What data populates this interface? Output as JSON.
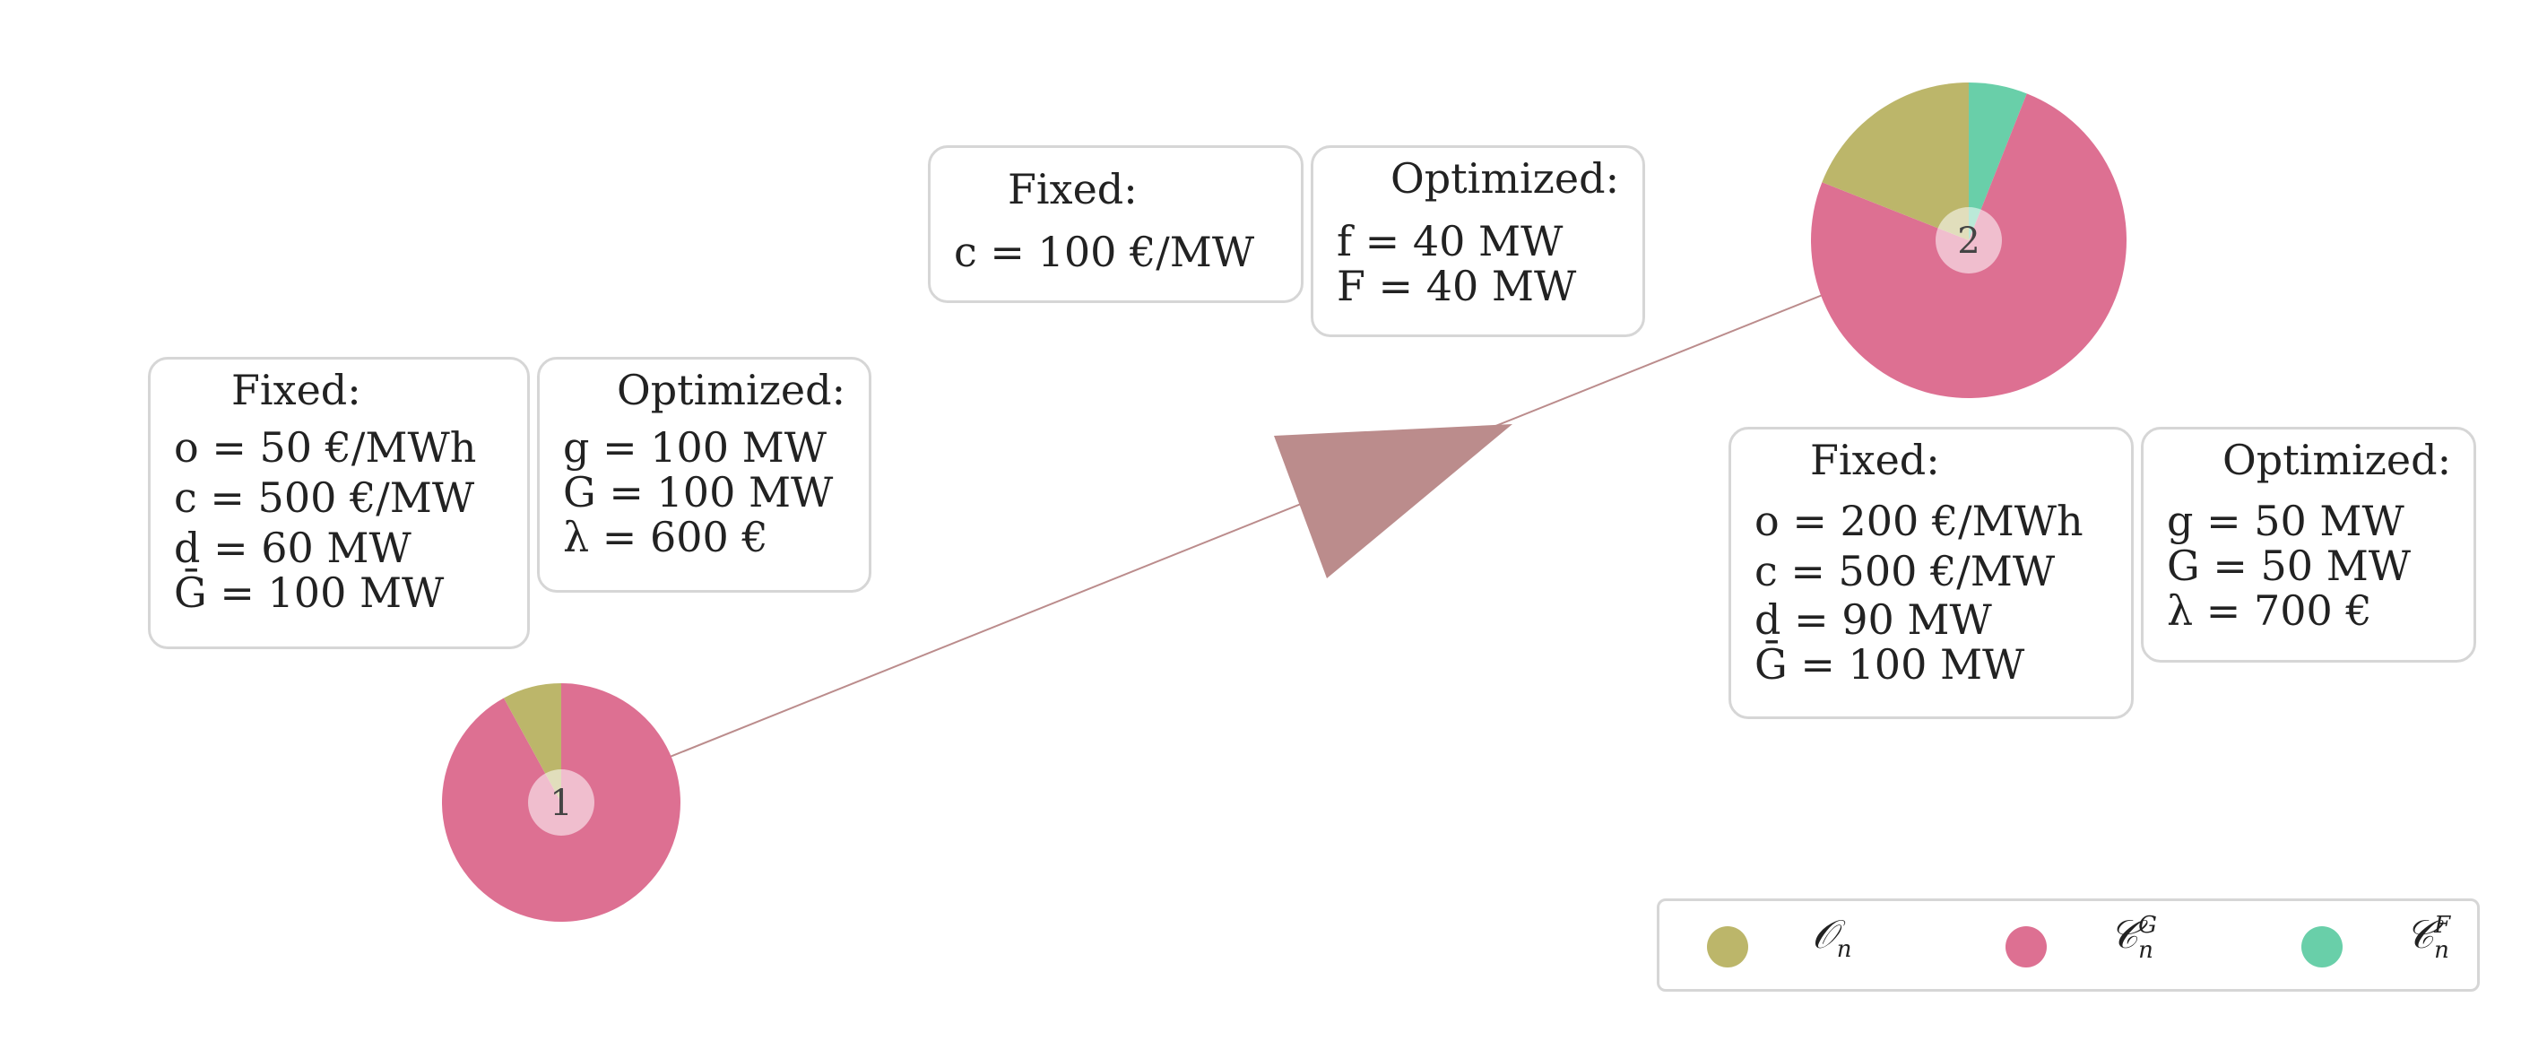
{
  "colors": {
    "O": "#bcb66a",
    "CG": "#dd7092",
    "CF": "#69cfa9",
    "edge": "#bb8c8c",
    "box_border": "#d6d6d6",
    "center": "#efb8cb"
  },
  "nodes": [
    {
      "label": "1",
      "shares": {
        "O": 0.08,
        "CG": 0.92,
        "CF": 0.0
      }
    },
    {
      "label": "2",
      "shares": {
        "O": 0.19,
        "CG": 0.75,
        "CF": 0.06
      }
    }
  ],
  "node1_box": {
    "fixed_header": "Fixed:",
    "fixed_lines": [
      "o = 50 €/MWh",
      "c = 500 €/MW",
      "d = 60 MW",
      "Ḡ = 100 MW"
    ],
    "opt_header": "Optimized:",
    "opt_lines": [
      "g = 100 MW",
      "G = 100 MW",
      "λ = 600 €"
    ]
  },
  "edge_box": {
    "fixed_header": "Fixed:",
    "fixed_lines": [
      "c = 100 €/MW"
    ],
    "opt_header": "Optimized:",
    "opt_lines": [
      "f = 40 MW",
      "F = 40 MW"
    ]
  },
  "node2_box": {
    "fixed_header": "Fixed:",
    "fixed_lines": [
      "o = 200 €/MWh",
      "c = 500 €/MW",
      "d = 90 MW",
      "Ḡ = 100 MW"
    ],
    "opt_header": "Optimized:",
    "opt_lines": [
      "g = 50 MW",
      "G = 50 MW",
      "λ = 700 €"
    ]
  },
  "legend": {
    "items": [
      {
        "key": "O",
        "main": "𝒪",
        "sub": "n",
        "sup": ""
      },
      {
        "key": "CG",
        "main": "𝒞",
        "sub": "n",
        "sup": "G"
      },
      {
        "key": "CF",
        "main": "𝒞",
        "sub": "n",
        "sup": "F"
      }
    ]
  }
}
